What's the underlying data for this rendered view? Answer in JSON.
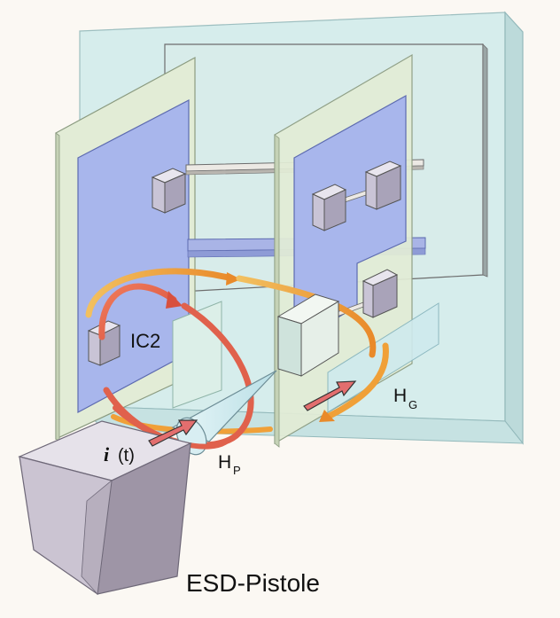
{
  "labels": {
    "ic2": "IC2",
    "current_symbol": "i",
    "current_arg": "(t)",
    "field_p_main": "H",
    "field_p_sub": "P",
    "field_g_main": "H",
    "field_g_sub": "G",
    "caption": "ESD-Pistole"
  },
  "colors": {
    "background": "#fbf8f3",
    "enclosure": "#d3ecec",
    "board": "#e2ecd6",
    "ground_plane": "#a8b6ec",
    "component": "#d4d0e0",
    "field_hp": "#e0614c",
    "field_hg": "#f0a038",
    "current_arrow": "#e36e6e",
    "gun_body": "#c9c1d0"
  }
}
